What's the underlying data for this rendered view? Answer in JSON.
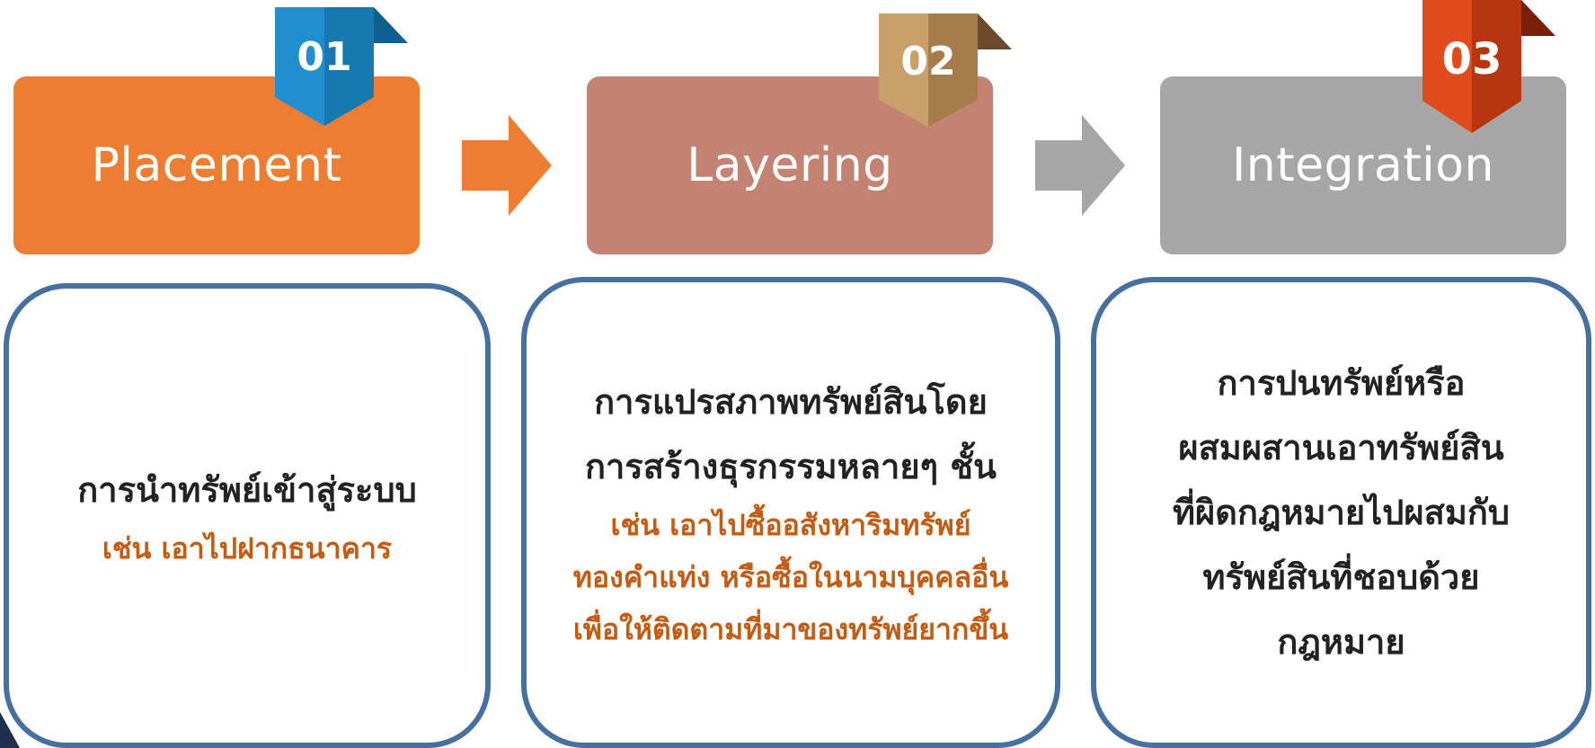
{
  "steps": [
    {
      "number": "01",
      "title": "Placement",
      "color": "#ed7d31",
      "badge_color": "#1f8fd0",
      "description": "การนำทรัพย์เข้าสู่ระบบ",
      "example": "เช่น เอาไปฝากธนาคาร"
    },
    {
      "number": "02",
      "title": "Layering",
      "color": "#c48272",
      "badge_color": "#bf9660",
      "description": "การแปรสภาพทรัพย์สินโดย\nการสร้างธุรกรรมหลายๆ ชั้น",
      "example": "เช่น เอาไปซื้ออสังหาริมทรัพย์\nทองคำแท่ง หรือซื้อในนามบุคคลอื่น\nเพื่อให้ติดตามที่มาของทรัพย์ยากขึ้น"
    },
    {
      "number": "03",
      "title": "Integration",
      "color": "#a6a6a6",
      "badge_color": "#d9441a",
      "description": "การปนทรัพย์หรือ\nผสมผสานเอาทรัพย์สิน\nที่ผิดกฎหมายไปผสมกับ\nทรัพย์สินที่ชอบด้วย\nกฎหมาย",
      "example": ""
    }
  ],
  "arrows": [
    {
      "color": "#ed7d31",
      "icon": "arrow-right-icon"
    },
    {
      "color": "#a6a6a6",
      "icon": "arrow-right-icon"
    }
  ],
  "box_border_color": "#45709f",
  "example_text_color": "#c55a11"
}
